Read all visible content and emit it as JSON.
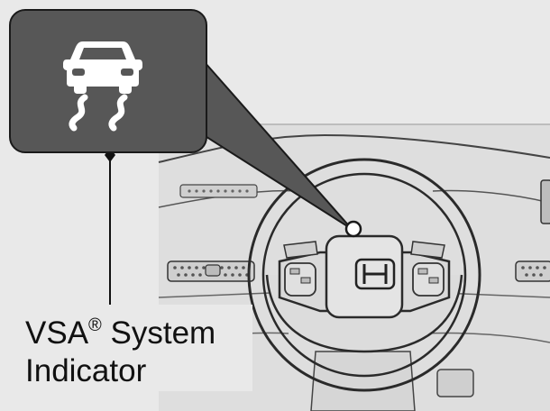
{
  "indicator_icon": "vsa-skid-car-icon",
  "label": {
    "line1_main": "VSA",
    "line1_mark": "®",
    "line1_rest": " System",
    "line2": "Indicator"
  },
  "colors": {
    "background": "#e9e9e9",
    "callout_fill": "#575757",
    "icon": "#ffffff",
    "line_art": "#222222"
  }
}
